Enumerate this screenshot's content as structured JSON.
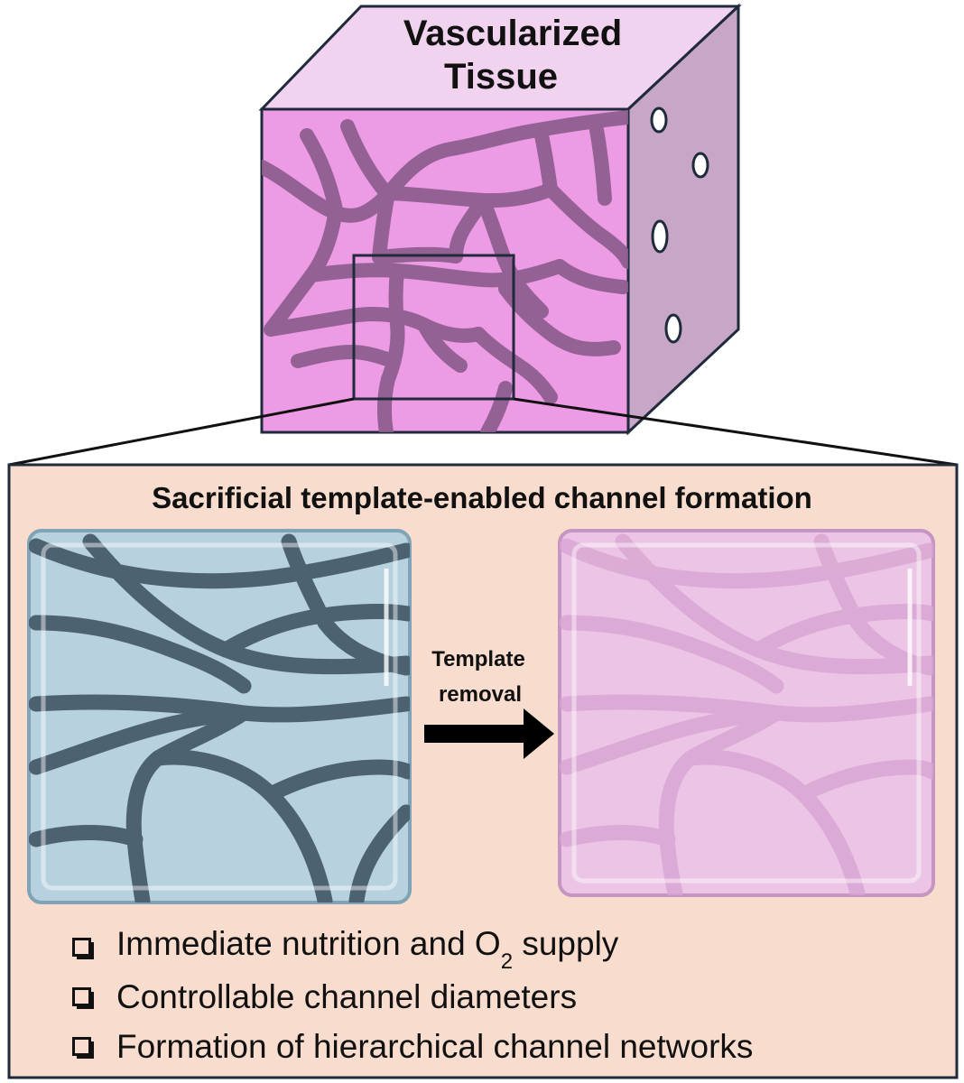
{
  "cube": {
    "title_line1": "Vascularized",
    "title_line2": "Tissue"
  },
  "panel": {
    "title": "Sacrificial template-enabled channel formation",
    "arrow_line1": "Template",
    "arrow_line2": "removal"
  },
  "bullets": [
    {
      "pre": "Immediate nutrition and O",
      "sub": "2",
      "post": " supply"
    },
    {
      "pre": "Controllable channel diameters",
      "sub": "",
      "post": ""
    },
    {
      "pre": "Formation of hierarchical channel networks",
      "sub": "",
      "post": ""
    }
  ],
  "colors": {
    "cube_top": "#f1d3ef",
    "cube_front": "#ee9be6",
    "cube_side": "#c7a6c8",
    "vessel": "#8c5d8c",
    "panel_bg": "#f8dccd",
    "gel_blue": "#b7d1de",
    "gel_channel": "#4d6271",
    "gel_pink": "#ecc5e6",
    "gel_pink_channel": "#d9a4d3"
  }
}
